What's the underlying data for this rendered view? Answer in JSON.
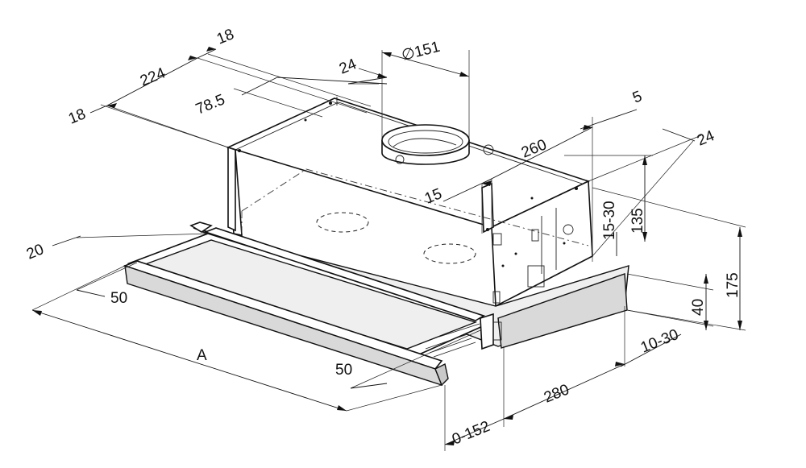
{
  "dimensions": {
    "d_18_top": "18",
    "d_224": "224",
    "d_18_left": "18",
    "d_24_top": "24",
    "d_78_5": "78.5",
    "d_diam_151": "∅151",
    "d_5": "5",
    "d_260": "260",
    "d_24_right": "24",
    "d_15": "15",
    "d_135": "135",
    "d_15_30": "15-30",
    "d_175": "175",
    "d_40": "40",
    "d_20": "20",
    "d_50_left": "50",
    "d_A": "A",
    "d_50_bottom": "50",
    "d_10_30": "10-30",
    "d_280": "280",
    "d_0_152": "0-152"
  }
}
